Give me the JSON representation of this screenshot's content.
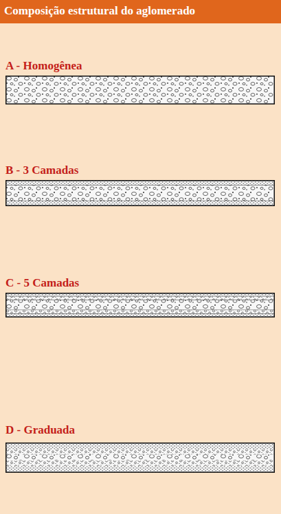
{
  "diagram": {
    "title": "Composição estrutural do aglomerado",
    "nodes": [
      {
        "text": [
          "A - Homogênea"
        ]
      },
      {
        "text": [
          "B - 3 Camadas"
        ]
      },
      {
        "text": [
          "C - 5 Camadas"
        ]
      },
      {
        "text": [
          "D - Graduada"
        ]
      }
    ]
  }
}
